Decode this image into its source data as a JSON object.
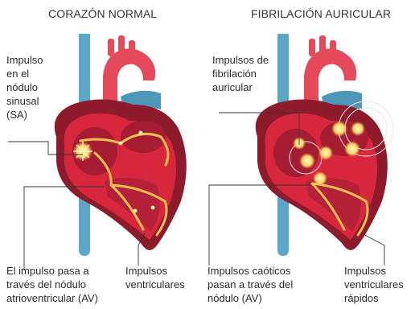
{
  "titles": {
    "normal": "CORAZÓN NORMAL",
    "fibrillation": "FIBRILACIÓN AURICULAR"
  },
  "labels": {
    "sa_impulse": [
      "Impulso",
      "en el",
      "nódulo",
      "sinusal",
      "(SA)"
    ],
    "av_impulse": [
      "El impulso pasa  a",
      "través del nódulo",
      "atrioventricular (AV)"
    ],
    "ventricular_impulses": [
      "Impulsos",
      "ventriculares"
    ],
    "atrial_fib_impulses": [
      "Impulsos de",
      "fibrilación",
      "auricular"
    ],
    "chaotic_impulses": [
      "Impulsos caóticos",
      "pasan a través del",
      "nódulo (AV)"
    ],
    "rapid_ventricular": [
      "Impulsos",
      "ventriculares",
      "rápidos"
    ]
  },
  "colors": {
    "aorta": "#e64a5a",
    "vein_blue": "#5aa7c7",
    "heart_dark": "#8e1b2c",
    "myocardium": "#d8263c",
    "conduction": "#f2c14e",
    "impulse": "#f7d86a",
    "leader": "#333333"
  }
}
